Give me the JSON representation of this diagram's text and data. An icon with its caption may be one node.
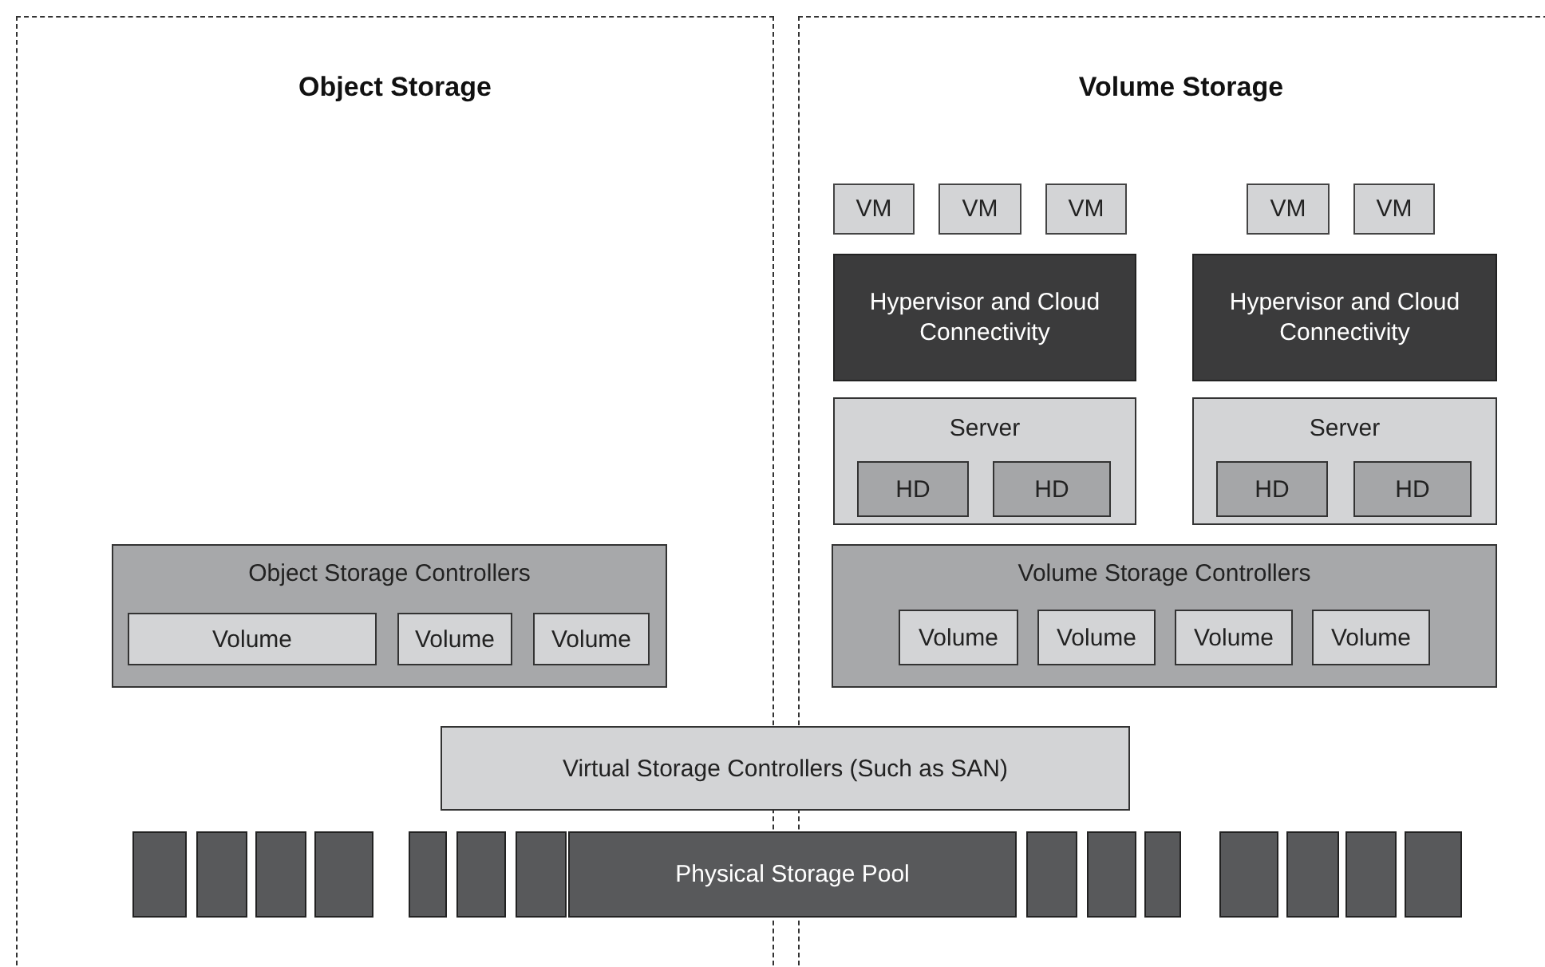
{
  "diagram": {
    "nodes": [
      {
        "text": [
          "Object Storage"
        ]
      },
      {
        "text": [
          "Object Storage Controllers"
        ],
        "in": 0
      },
      {
        "text": [
          "Volume"
        ],
        "in": 1
      },
      {
        "text": [
          "Volume"
        ],
        "in": 1
      },
      {
        "text": [
          "Volume"
        ],
        "in": 1
      },
      {
        "text": [
          "Volume Storage"
        ]
      },
      {
        "text": [
          "VM"
        ],
        "in": 5
      },
      {
        "text": [
          "VM"
        ],
        "in": 5
      },
      {
        "text": [
          "VM"
        ],
        "in": 5
      },
      {
        "text": [
          "VM"
        ],
        "in": 5
      },
      {
        "text": [
          "VM"
        ],
        "in": 5
      },
      {
        "text": [
          "Hypervisor and Cloud Connectivity"
        ],
        "in": 5
      },
      {
        "text": [
          "Hypervisor and Cloud Connectivity"
        ],
        "in": 5
      },
      {
        "text": [
          "Server"
        ],
        "in": 5
      },
      {
        "text": [
          "HD"
        ],
        "in": 13
      },
      {
        "text": [
          "HD"
        ],
        "in": 13
      },
      {
        "text": [
          "Server"
        ],
        "in": 5
      },
      {
        "text": [
          "HD"
        ],
        "in": 16
      },
      {
        "text": [
          "HD"
        ],
        "in": 16
      },
      {
        "text": [
          "Volume Storage Controllers"
        ],
        "in": 5
      },
      {
        "text": [
          "Volume"
        ],
        "in": 19
      },
      {
        "text": [
          "Volume"
        ],
        "in": 19
      },
      {
        "text": [
          "Volume"
        ],
        "in": 19
      },
      {
        "text": [
          "Volume"
        ],
        "in": 19
      },
      {
        "text": [
          "Virtual Storage Controllers (Such as SAN)"
        ]
      },
      {
        "text": [
          "Physical Storage Pool"
        ]
      },
      {
        "text": [],
        "shape": "bar",
        "in": 0
      },
      {
        "text": [],
        "shape": "bar",
        "in": 0
      },
      {
        "text": [],
        "shape": "bar",
        "in": 0
      },
      {
        "text": [],
        "shape": "bar",
        "in": 0
      },
      {
        "text": [],
        "shape": "bar",
        "in": 0
      },
      {
        "text": [],
        "shape": "bar",
        "in": 0
      },
      {
        "text": [],
        "shape": "bar",
        "in": 0
      },
      {
        "text": [],
        "shape": "bar",
        "in": 5
      },
      {
        "text": [],
        "shape": "bar",
        "in": 5
      },
      {
        "text": [],
        "shape": "bar",
        "in": 5
      },
      {
        "text": [],
        "shape": "bar",
        "in": 5
      },
      {
        "text": [],
        "shape": "bar",
        "in": 5
      },
      {
        "text": [],
        "shape": "bar",
        "in": 5
      },
      {
        "text": [],
        "shape": "bar",
        "in": 5
      }
    ],
    "edges": []
  }
}
